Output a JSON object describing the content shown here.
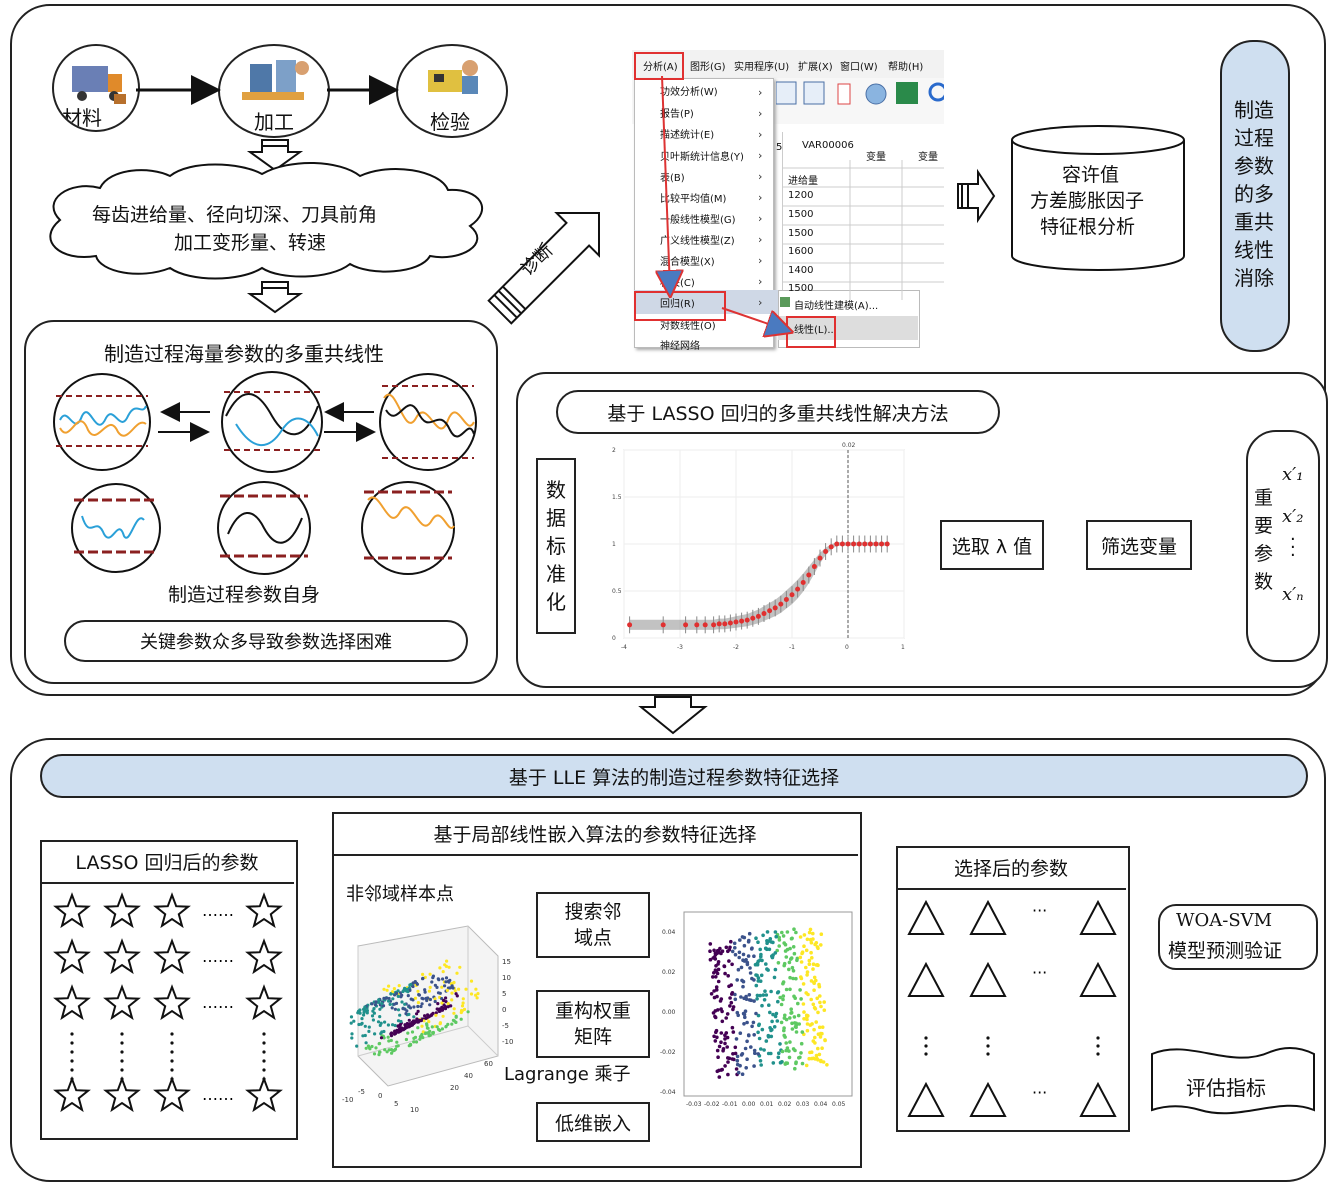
{
  "top_flow": {
    "stage1": "材料",
    "stage2": "加工",
    "stage3": "检验",
    "cloud_line1": "每齿进给量、径向切深、刀具前角",
    "cloud_line2": "加工变形量、转速"
  },
  "collinearity_panel": {
    "title": "制造过程海量参数的多重共线性",
    "self_label": "制造过程参数自身",
    "difficulty": "关键参数众多导致参数选择困难"
  },
  "diagnose": {
    "label": "诊断"
  },
  "spss": {
    "menu_bar": [
      "分析(A)",
      "图形(G)",
      "实用程序(U)",
      "扩展(X)",
      "窗口(W)",
      "帮助(H)"
    ],
    "menu_items": [
      "功效分析(W)",
      "报告(P)",
      "描述统计(E)",
      "贝叶斯统计信息(Y)",
      "表(B)",
      "比较平均值(M)",
      "一般线性模型(G)",
      "广义线性模型(Z)",
      "混合模型(X)",
      "相关(C)",
      "回归(R)",
      "对数线性(O)",
      "神经网络"
    ],
    "submenu": [
      "自动线性建模(A)...",
      "线性(L)..."
    ],
    "col_var": "VAR00006",
    "col_a": "变量",
    "col_b": "变量",
    "row_num": "5",
    "col_title": "进给量",
    "values": [
      "1200",
      "1500",
      "1500",
      "1600",
      "1400",
      "1500"
    ]
  },
  "vif_box": {
    "line1": "容许值",
    "line2": "方差膨胀因子",
    "line3": "特征根分析"
  },
  "elimination": {
    "text": "制造过程参数的多重共线性消除"
  },
  "lasso_panel": {
    "title": "基于 LASSO 回归的多重共线性解决方法",
    "standardize": "数据标准化",
    "choose_lambda": "选取 λ 值",
    "filter_vars": "筛选变量",
    "important_params": "重要参数",
    "x1": "x′₁",
    "x2": "x′₂",
    "xn": "x′ₙ",
    "vline_label": "0.02"
  },
  "chart_data": {
    "type": "scatter",
    "title": "",
    "xlabel": "",
    "ylabel": "",
    "xlim": [
      -4,
      1
    ],
    "ylim": [
      0,
      2
    ],
    "x_ticks": [
      "-4",
      "-3",
      "-2",
      "-1",
      "0",
      "1"
    ],
    "y_ticks": [
      "0",
      "0.5",
      "1",
      "1.5",
      "2"
    ],
    "vline_x": 0,
    "x": [
      -3.9,
      -3.3,
      -2.9,
      -2.7,
      -2.55,
      -2.4,
      -2.3,
      -2.2,
      -2.1,
      -2.0,
      -1.9,
      -1.8,
      -1.7,
      -1.6,
      -1.5,
      -1.4,
      -1.3,
      -1.2,
      -1.1,
      -1.0,
      -0.9,
      -0.8,
      -0.7,
      -0.6,
      -0.5,
      -0.4,
      -0.3,
      -0.2,
      -0.1,
      0.0,
      0.1,
      0.2,
      0.3,
      0.4,
      0.5,
      0.6,
      0.7
    ],
    "y": [
      0.14,
      0.14,
      0.14,
      0.14,
      0.14,
      0.14,
      0.15,
      0.15,
      0.16,
      0.17,
      0.18,
      0.19,
      0.21,
      0.23,
      0.26,
      0.29,
      0.32,
      0.36,
      0.41,
      0.46,
      0.52,
      0.59,
      0.67,
      0.76,
      0.85,
      0.92,
      0.97,
      1.0,
      1.0,
      1.0,
      1.0,
      1.0,
      1.0,
      1.0,
      1.0,
      1.0,
      1.0
    ]
  },
  "lle_panel": {
    "banner": "基于 LLE 算法的制造过程参数特征选择",
    "lasso_params_title": "LASSO 回归后的参数",
    "center_title": "基于局部线性嵌入算法的参数特征选择",
    "non_neighbor": "非邻域样本点",
    "step1": "搜索邻域点",
    "step2": "重构权重矩阵",
    "lagrange": "Lagrange 乘子",
    "step3": "低维嵌入",
    "selected_title": "选择后的参数",
    "woa_line1": "WOA-SVM",
    "woa_line2": "模型预测验证",
    "eval": "评估指标",
    "dots": "……",
    "dots3": "···"
  }
}
